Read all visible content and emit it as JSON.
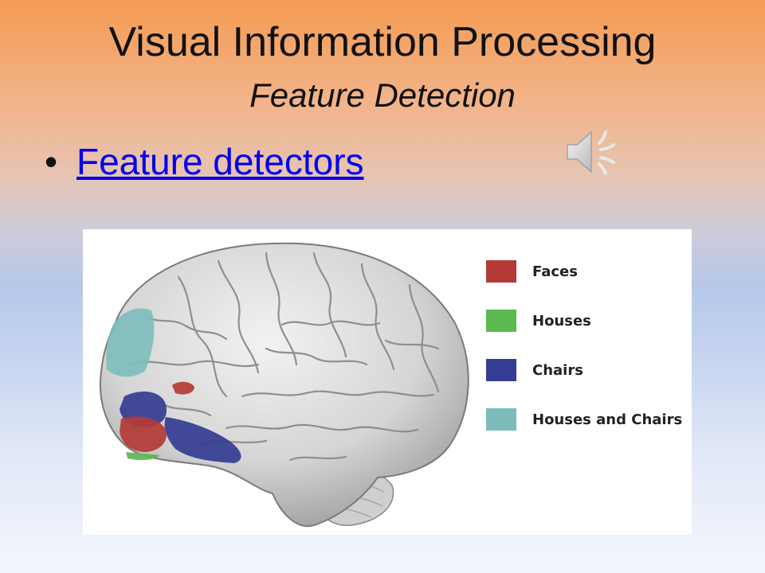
{
  "slide": {
    "title": "Visual Information Processing",
    "subtitle": "Feature Detection",
    "bullet": {
      "marker": "•",
      "link_text": "Feature detectors"
    },
    "audio_icon": "speaker-audio-icon"
  },
  "figure": {
    "image": "brain-lateral-view",
    "legend": [
      {
        "label": "Faces",
        "color": "#b33a35"
      },
      {
        "label": "Houses",
        "color": "#5bb94f"
      },
      {
        "label": "Chairs",
        "color": "#343c93"
      },
      {
        "label": "Houses and Chairs",
        "color": "#7cbdbb"
      }
    ]
  }
}
